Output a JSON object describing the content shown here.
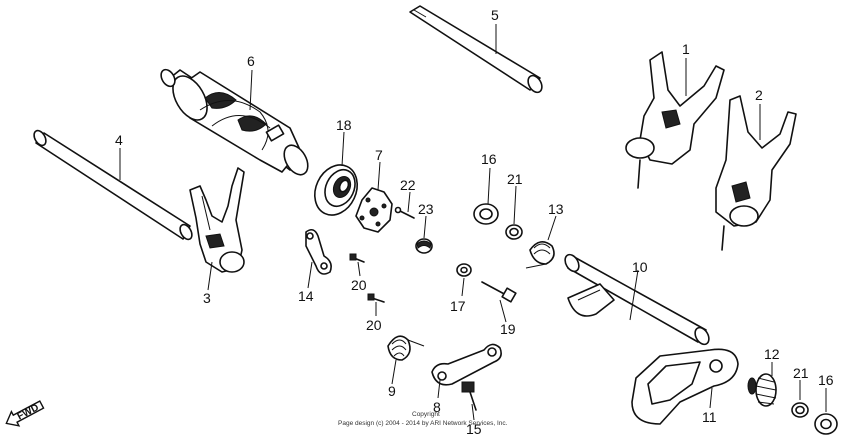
{
  "callouts": {
    "c1": "1",
    "c2": "2",
    "c3": "3",
    "c4": "4",
    "c5": "5",
    "c6": "6",
    "c7": "7",
    "c8": "8",
    "c9": "9",
    "c10": "10",
    "c11": "11",
    "c12": "12",
    "c13": "13",
    "c14": "14",
    "c15": "15",
    "c16a": "16",
    "c16b": "16",
    "c17": "17",
    "c18": "18",
    "c19": "19",
    "c20a": "20",
    "c20b": "20",
    "c21a": "21",
    "c21b": "21",
    "c22": "22",
    "c23": "23"
  },
  "direction_label": "FWD",
  "copyright": {
    "line1": "Copyright",
    "line2": "Page design (c) 2004 - 2014 by ARI Network Services, Inc."
  }
}
